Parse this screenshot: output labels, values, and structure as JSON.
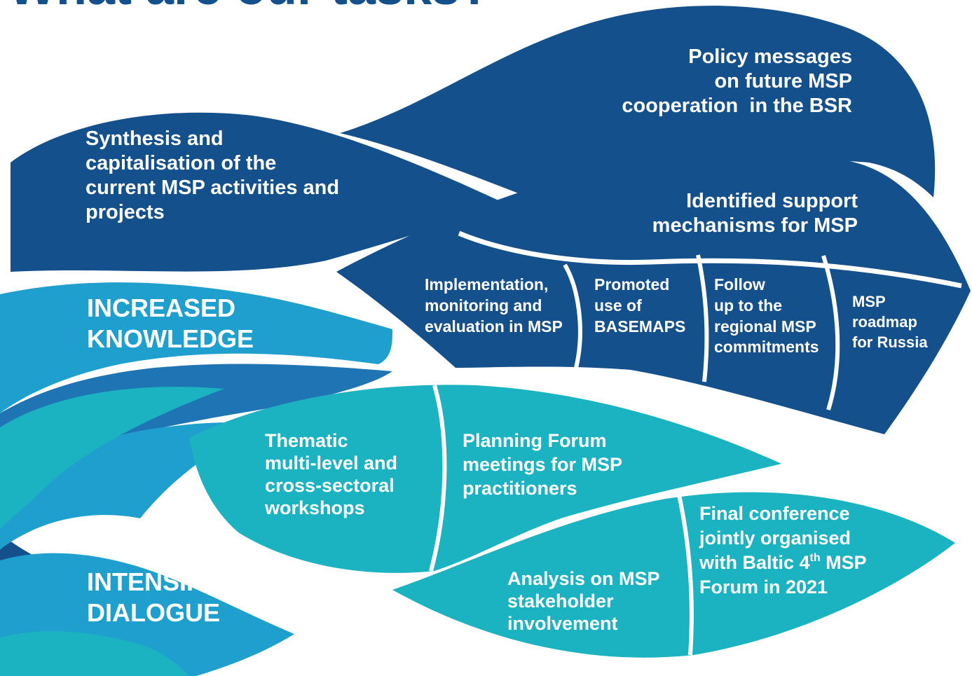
{
  "title": "What are our tasks?",
  "colors": {
    "dark_blue": "#14508c",
    "mid_blue": "#1f74b3",
    "light_blue": "#1f9fce",
    "teal": "#1bb3c2",
    "title": "#14508c",
    "text": "#ffffff"
  },
  "sections": {
    "knowledge": {
      "label_lines": [
        "INCREASED",
        "KNOWLEDGE"
      ]
    },
    "dialogue": {
      "label_lines": [
        "INTENSIFIED",
        "DIALOGUE"
      ]
    }
  },
  "knowledge_items": {
    "policy": [
      "Policy messages",
      "on future MSP",
      "cooperation  in the BSR"
    ],
    "synthesis": [
      "Synthesis and",
      "capitalisation of the",
      "current MSP activities and",
      "projects"
    ],
    "support": [
      "Identified support",
      "mechanisms for MSP"
    ],
    "implementation": [
      "Implementation,",
      "monitoring and",
      "evaluation in MSP"
    ],
    "basemaps": [
      "Promoted",
      "use of",
      "BASEMAPS"
    ],
    "followup": [
      "Follow",
      "up to the",
      "regional MSP",
      "commitments"
    ],
    "russia": [
      "MSP",
      "roadmap",
      "for Russia"
    ]
  },
  "dialogue_items": {
    "workshops": [
      "Thematic",
      "multi-level and",
      "cross-sectoral",
      "workshops"
    ],
    "forum": [
      "Planning Forum",
      "meetings for MSP",
      "practitioners"
    ],
    "conference": [
      "Final conference",
      "jointly organised",
      "with Baltic 4",
      "th",
      " MSP",
      "Forum in 2021"
    ],
    "analysis": [
      "Analysis on MSP",
      "stakeholder",
      "involvement"
    ]
  }
}
